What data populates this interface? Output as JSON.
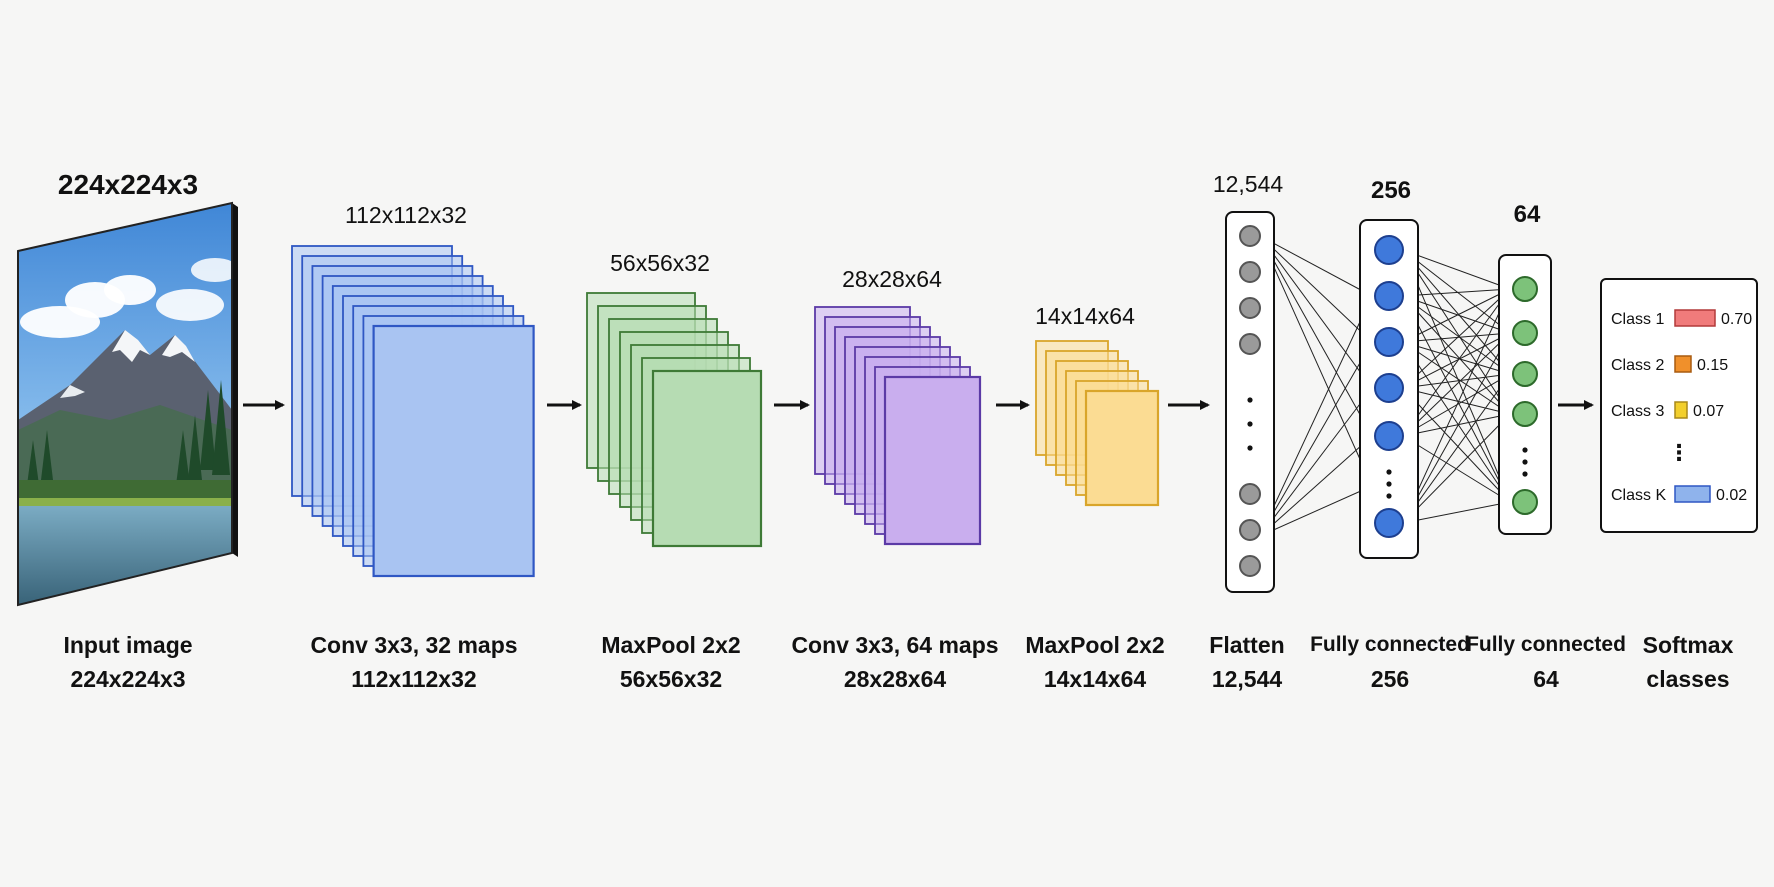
{
  "colors": {
    "background": "#f6f6f5",
    "conv1_fill": "#a9c4f2",
    "conv1_stroke": "#2f57c4",
    "pool1_fill": "#b6dcb3",
    "pool1_stroke": "#3e7a36",
    "conv2_fill": "#c9aeee",
    "conv2_stroke": "#5b3aa6",
    "pool2_fill": "#fbdc93",
    "pool2_stroke": "#d9a52a",
    "node_gray": "#9a9a9a",
    "node_blue": "#3f79db",
    "node_green": "#7dc27a",
    "class1": "#f07b7b",
    "class2": "#f0902b",
    "class3": "#f2cf2d",
    "classK": "#8fb3ec"
  },
  "input": {
    "dim_label": "224x224x3",
    "image_icon": "mountain-lake-landscape",
    "caption_line1": "Input image",
    "caption_line2": "224x224x3"
  },
  "layers": [
    {
      "id": "conv1",
      "dim_label": "112x112x32",
      "caption_line1": "Conv 3x3, 32 maps",
      "caption_line2": "112x112x32"
    },
    {
      "id": "pool1",
      "dim_label": "56x56x32",
      "caption_line1": "MaxPool 2x2",
      "caption_line2": "56x56x32"
    },
    {
      "id": "conv2",
      "dim_label": "28x28x64",
      "caption_line1": "Conv 3x3, 64 maps",
      "caption_line2": "28x28x64"
    },
    {
      "id": "pool2",
      "dim_label": "14x14x64",
      "caption_line1": "MaxPool 2x2",
      "caption_line2": "14x14x64"
    }
  ],
  "dense": [
    {
      "id": "flatten",
      "top_label": "12,544",
      "caption_line1": "Flatten",
      "caption_line2": "12,544"
    },
    {
      "id": "fc1",
      "top_label": "256",
      "caption_line1": "Fully connected",
      "caption_line2": "256"
    },
    {
      "id": "fc2",
      "top_label": "64",
      "caption_line1": "Fully connected",
      "caption_line2": "64"
    }
  ],
  "softmax": {
    "caption_line1": "Softmax",
    "caption_line2": "classes",
    "classes": [
      {
        "label": "Class 1",
        "value": "0.70"
      },
      {
        "label": "Class 2",
        "value": "0.15"
      },
      {
        "label": "Class 3",
        "value": "0.07"
      },
      {
        "label": "Class K",
        "value": "0.02"
      }
    ],
    "ellipsis": "⋮"
  }
}
